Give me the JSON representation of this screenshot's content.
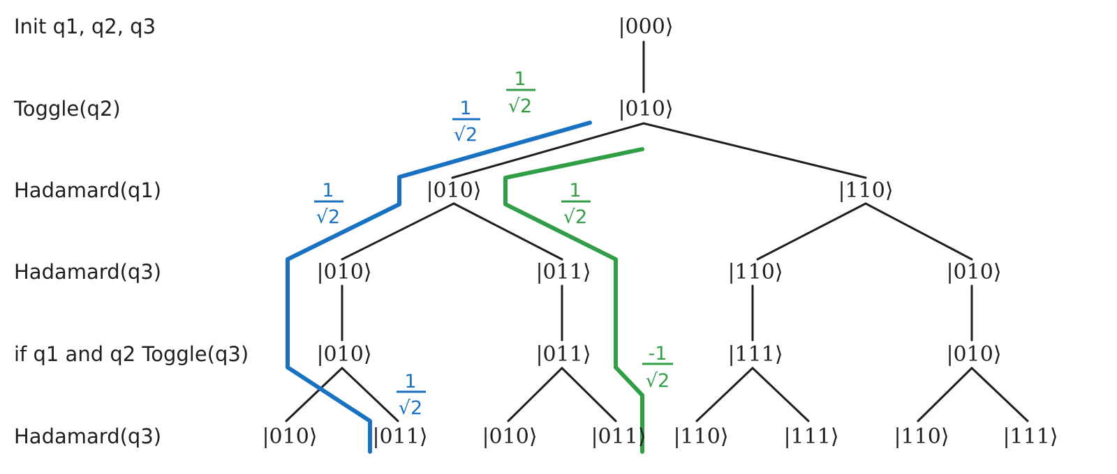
{
  "steps": [
    "Init q1, q2, q3",
    "Toggle(q2)",
    "Hadamard(q1)",
    "Hadamard(q3)",
    "if q1 and q2 Toggle(q3)",
    "Hadamard(q3)"
  ],
  "nodes": {
    "root": "|000⟩",
    "toggle": "|010⟩",
    "h1_left": "|010⟩",
    "h1_right": "|110⟩",
    "h3_a": "|010⟩",
    "h3_b": "|011⟩",
    "h3_c": "|110⟩",
    "h3_d": "|010⟩",
    "cond_a": "|010⟩",
    "cond_b": "|011⟩",
    "cond_c": "|111⟩",
    "cond_d": "|010⟩",
    "leaf_1": "|010⟩",
    "leaf_2": "|011⟩",
    "leaf_3": "|010⟩",
    "leaf_4": "|011⟩",
    "leaf_5": "|110⟩",
    "leaf_6": "|111⟩",
    "leaf_7": "|110⟩",
    "leaf_8": "|111⟩"
  },
  "amplitudes": {
    "blue_1": {
      "num": "1",
      "den": "√2"
    },
    "blue_2": {
      "num": "1",
      "den": "√2"
    },
    "blue_3": {
      "num": "1",
      "den": "√2"
    },
    "green_1": {
      "num": "1",
      "den": "√2"
    },
    "green_2": {
      "num": "1",
      "den": "√2"
    },
    "green_3": {
      "num": "-1",
      "den": "√2"
    }
  },
  "colors": {
    "blue_path": "#1971c2",
    "green_path": "#2f9e44",
    "ink": "#1e1e1e"
  }
}
